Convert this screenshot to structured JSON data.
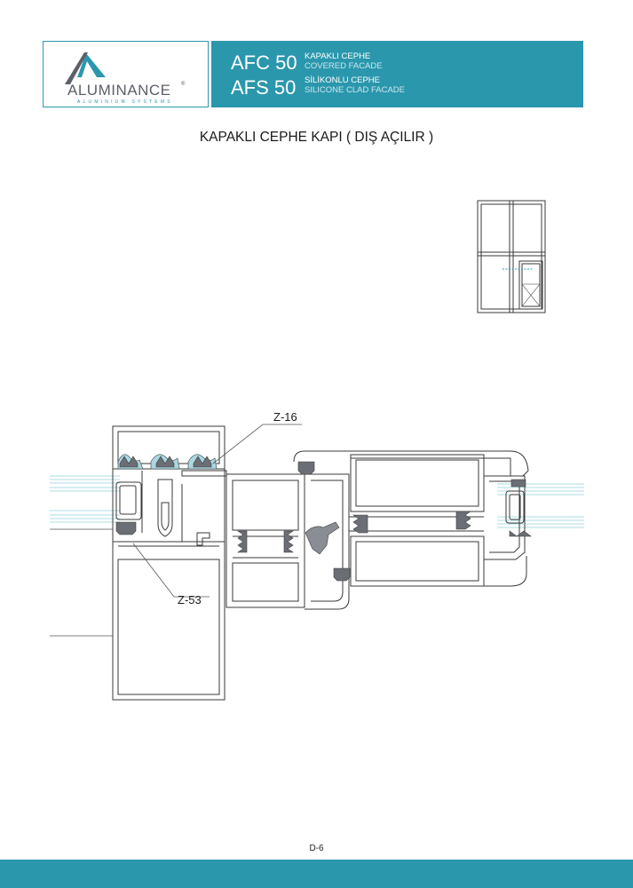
{
  "header": {
    "brand": "ALUMINANCE",
    "brand_mark": "®",
    "brand_tagline": "ALUMINIUM SYSTEMS",
    "series": [
      {
        "code": "AFC 50",
        "label_tr": "KAPAKLI CEPHE",
        "label_en": "COVERED FACADE"
      },
      {
        "code": "AFS 50",
        "label_tr": "SİLİKONLU CEPHE",
        "label_en": "SILICONE CLAD FACADE"
      }
    ]
  },
  "title": "KAPAKLI CEPHE KAPI ( DIŞ AÇILIR )",
  "callouts": {
    "top": "Z-16",
    "bottom": "Z-53"
  },
  "page_number": "D-6",
  "colors": {
    "accent": "#2a97ad",
    "glass": "#8fd0dc",
    "gasket": "#6b6f75"
  }
}
